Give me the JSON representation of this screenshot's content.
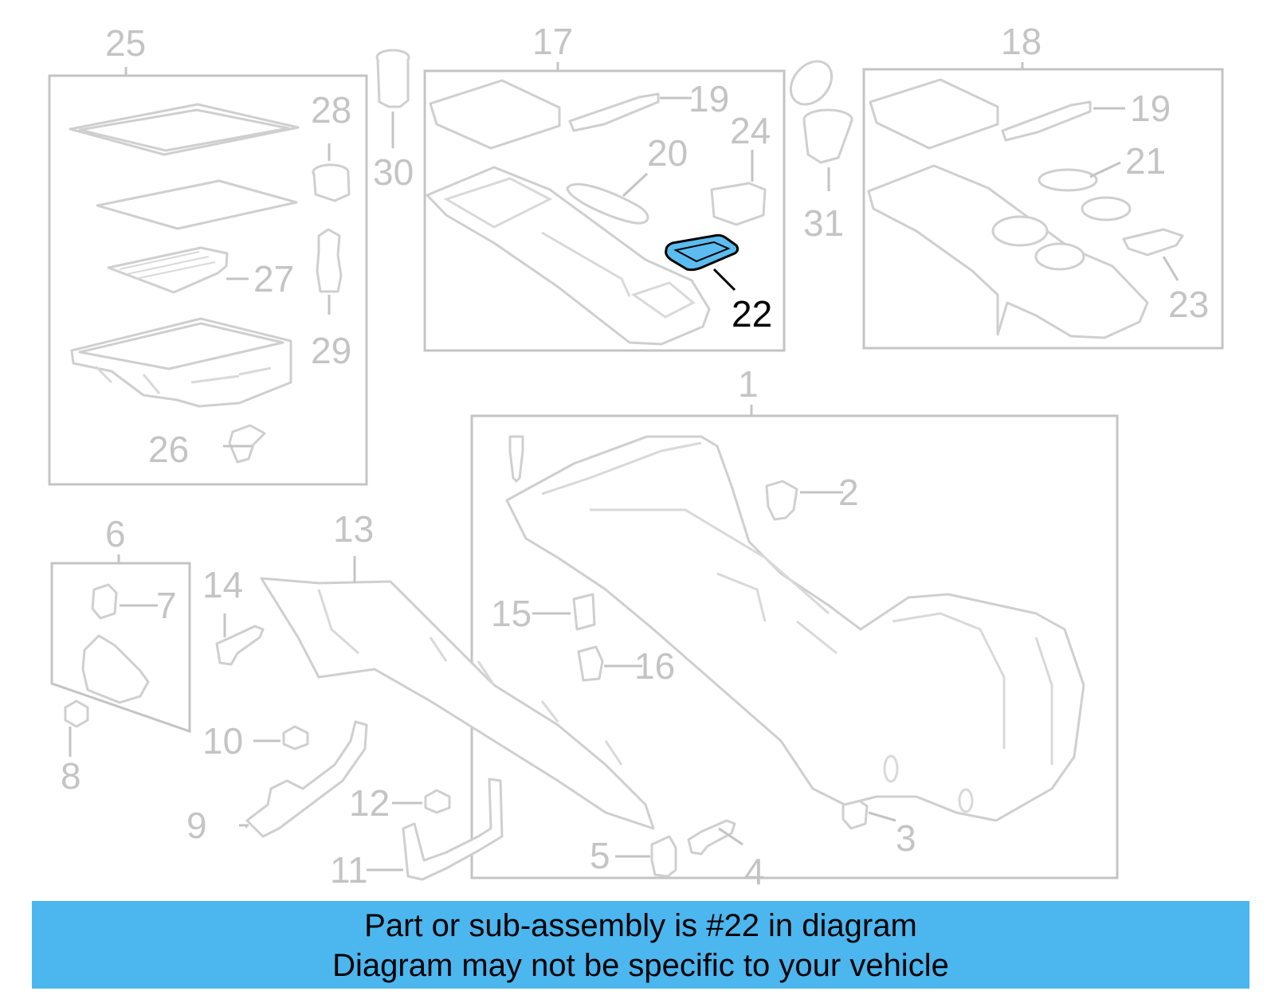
{
  "diagram": {
    "highlight_color": "#5bbcf0",
    "part_color": "#c4c4c4",
    "callouts": {
      "p1": "1",
      "p2": "2",
      "p3": "3",
      "p4": "4",
      "p5": "5",
      "p6": "6",
      "p7": "7",
      "p8": "8",
      "p9": "9",
      "p10": "10",
      "p11": "11",
      "p12": "12",
      "p13": "13",
      "p14": "14",
      "p15": "15",
      "p16": "16",
      "p17": "17",
      "p18": "18",
      "p19a": "19",
      "p19b": "19",
      "p20": "20",
      "p21": "21",
      "p22": "22",
      "p23": "23",
      "p24": "24",
      "p25": "25",
      "p26": "26",
      "p27": "27",
      "p28": "28",
      "p29": "29",
      "p30": "30",
      "p31": "31"
    },
    "highlighted_part": "22"
  },
  "banner": {
    "color": "#4cb6ef",
    "line1": "Part or sub-assembly is #22 in diagram",
    "line2": "Diagram may not be specific to your vehicle"
  }
}
